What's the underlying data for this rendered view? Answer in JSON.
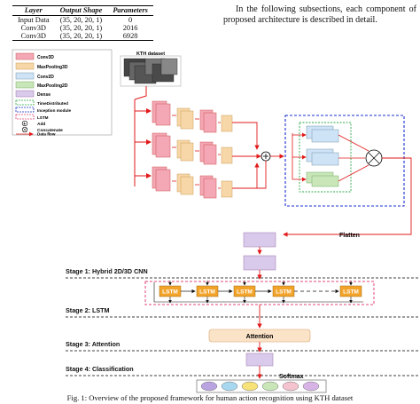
{
  "params_table": {
    "headers": [
      "Layer",
      "Output Shape",
      "Parameters"
    ],
    "rows": [
      [
        "Input Data",
        "(35, 20, 20, 1)",
        "0"
      ],
      [
        "Conv3D",
        "(35, 20, 20, 1)",
        "2016"
      ],
      [
        "Conv3D",
        "(35, 20, 20, 1)",
        "6928"
      ]
    ]
  },
  "body_text": "In the following subsections, each component of proposed architecture is described in detail.",
  "legend": [
    {
      "label": "Conv3D",
      "color": "#f4a7b5"
    },
    {
      "label": "MaxPooling3D",
      "color": "#f7d7a8"
    },
    {
      "label": "Conv2D",
      "color": "#cfe3f7"
    },
    {
      "label": "MaxPooling2D",
      "color": "#c8e6b8"
    },
    {
      "label": "Dense",
      "color": "#d9c9ea"
    },
    {
      "label": "TimeDistributed",
      "color": "#2ea84a"
    },
    {
      "label": "Inception module",
      "color": "#1a2fd0"
    },
    {
      "label": "LSTM",
      "color": "#e0467a"
    },
    {
      "label": "Add",
      "color": "#000000"
    },
    {
      "label": "Concatenate",
      "color": "#000000"
    },
    {
      "label": "Data flow",
      "color": "#e11a1a"
    }
  ],
  "diagram": {
    "dataset_label": "KTH dataset",
    "flatten_label": "Flatten",
    "lstm_cells": [
      "LSTM",
      "LSTM",
      "LSTM",
      "LSTM",
      "LSTM"
    ],
    "attention_label": "Attention",
    "softmax_label": "Softmax",
    "output_colors": [
      "#b9a3e0",
      "#a8d8f0",
      "#f7e27a",
      "#c8e6b8",
      "#f4c3cf",
      "#d8b4e6"
    ]
  },
  "stages": [
    "Stage 1: Hybrid 2D/3D CNN",
    "Stage 2: LSTM",
    "Stage 3: Attention",
    "Stage 4: Classification"
  ],
  "caption": "Fig. 1: Overview of the proposed framework for human action recognition using KTH dataset"
}
